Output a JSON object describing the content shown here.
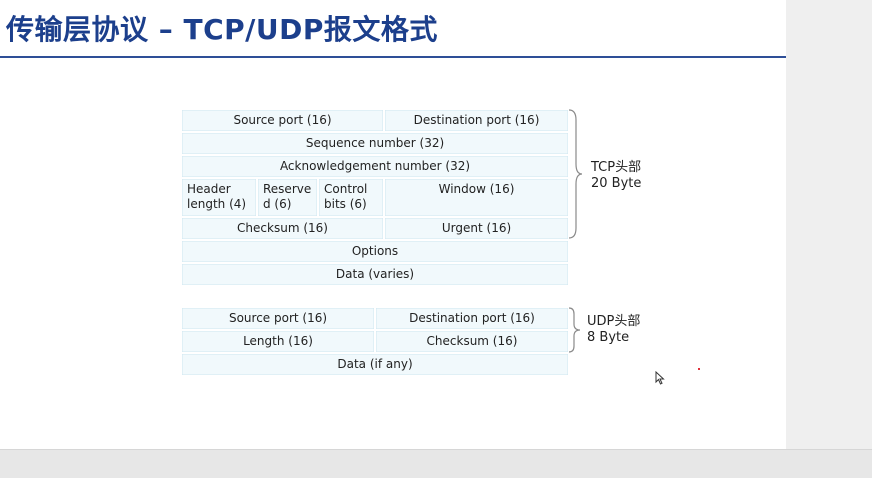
{
  "title": "传输层协议 – TCP/UDP报文格式",
  "tcp": {
    "rows": [
      [
        "Source port (16)",
        "Destination port (16)"
      ],
      [
        "Sequence number (32)"
      ],
      [
        "Acknowledgement number (32)"
      ],
      [
        "Header length (4)",
        "Reserve d (6)",
        "Control bits (6)",
        "Window (16)"
      ],
      [
        "Checksum (16)",
        "Urgent (16)"
      ],
      [
        "Options"
      ],
      [
        "Data (varies)"
      ]
    ],
    "label_line1": "TCP头部",
    "label_line2": "20 Byte"
  },
  "udp": {
    "rows": [
      [
        "Source port (16)",
        "Destination port (16)"
      ],
      [
        "Length (16)",
        "Checksum (16)"
      ],
      [
        "Data (if any)"
      ]
    ],
    "label_line1": "UDP头部",
    "label_line2": "8 Byte"
  },
  "colors": {
    "title": "#1c3f8c",
    "cell_fill": "#f1f9fc",
    "accent_rule": "#2e4f97"
  },
  "icons": {
    "cursor": "mouse-pointer-icon"
  }
}
